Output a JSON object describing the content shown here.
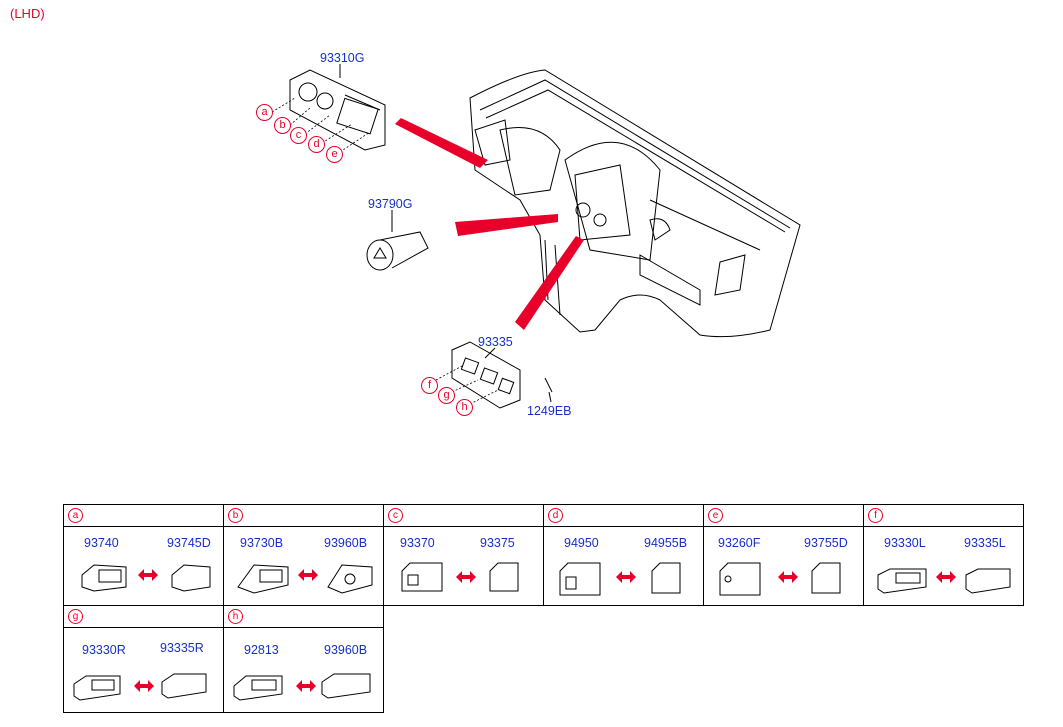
{
  "header": {
    "variant": "(LHD)"
  },
  "callouts": [
    "a",
    "b",
    "c",
    "d",
    "e",
    "f",
    "g",
    "h"
  ],
  "parts": {
    "bezel": "93310G",
    "hazard": "93790G",
    "lower_panel": "93335",
    "screw": "1249EB"
  },
  "table": {
    "cells": [
      {
        "letter": "a",
        "left": "93740",
        "right": "93745D"
      },
      {
        "letter": "b",
        "left": "93730B",
        "right": "93960B"
      },
      {
        "letter": "c",
        "left": "93370",
        "right": "93375"
      },
      {
        "letter": "d",
        "left": "94950",
        "right": "94955B"
      },
      {
        "letter": "e",
        "left": "93260F",
        "right": "93755D"
      },
      {
        "letter": "f",
        "left": "93330L",
        "right": "93335L"
      },
      {
        "letter": "g",
        "left": "93330R",
        "right": "93335R"
      },
      {
        "letter": "h",
        "left": "92813",
        "right": "93960B"
      }
    ]
  },
  "colors": {
    "callout": "#e8002a",
    "part_number": "#1530c8",
    "arrow": "#e8002a",
    "line": "#000000"
  }
}
